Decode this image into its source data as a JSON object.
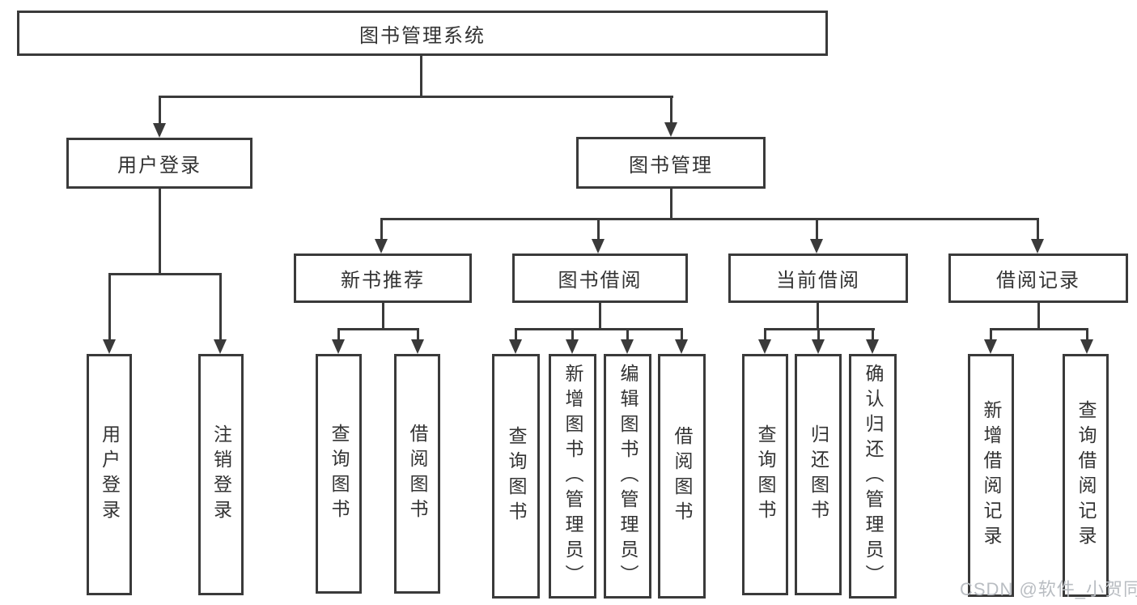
{
  "diagram_type": "hierarchy-tree",
  "colors": {
    "line": "#3a3a3a",
    "text": "#333333",
    "background": "#ffffff",
    "watermark": "#b9bdc2"
  },
  "tree": {
    "label": "图书管理系统",
    "children": [
      {
        "label": "用户登录",
        "children": [
          {
            "label": "用户登录"
          },
          {
            "label": "注销登录"
          }
        ]
      },
      {
        "label": "图书管理",
        "children": [
          {
            "label": "新书推荐",
            "children": [
              {
                "label": "查询图书"
              },
              {
                "label": "借阅图书"
              }
            ]
          },
          {
            "label": "图书借阅",
            "children": [
              {
                "label": "查询图书"
              },
              {
                "label": "新增图书（管理员）"
              },
              {
                "label": "编辑图书（管理员）"
              },
              {
                "label": "借阅图书"
              }
            ]
          },
          {
            "label": "当前借阅",
            "children": [
              {
                "label": "查询图书"
              },
              {
                "label": "归还图书"
              },
              {
                "label": "确认归还（管理员）"
              }
            ]
          },
          {
            "label": "借阅记录",
            "children": [
              {
                "label": "新增借阅记录"
              },
              {
                "label": "查询借阅记录"
              }
            ]
          }
        ]
      }
    ]
  },
  "watermark": {
    "text": "CSDN @软件_小贺同学"
  }
}
